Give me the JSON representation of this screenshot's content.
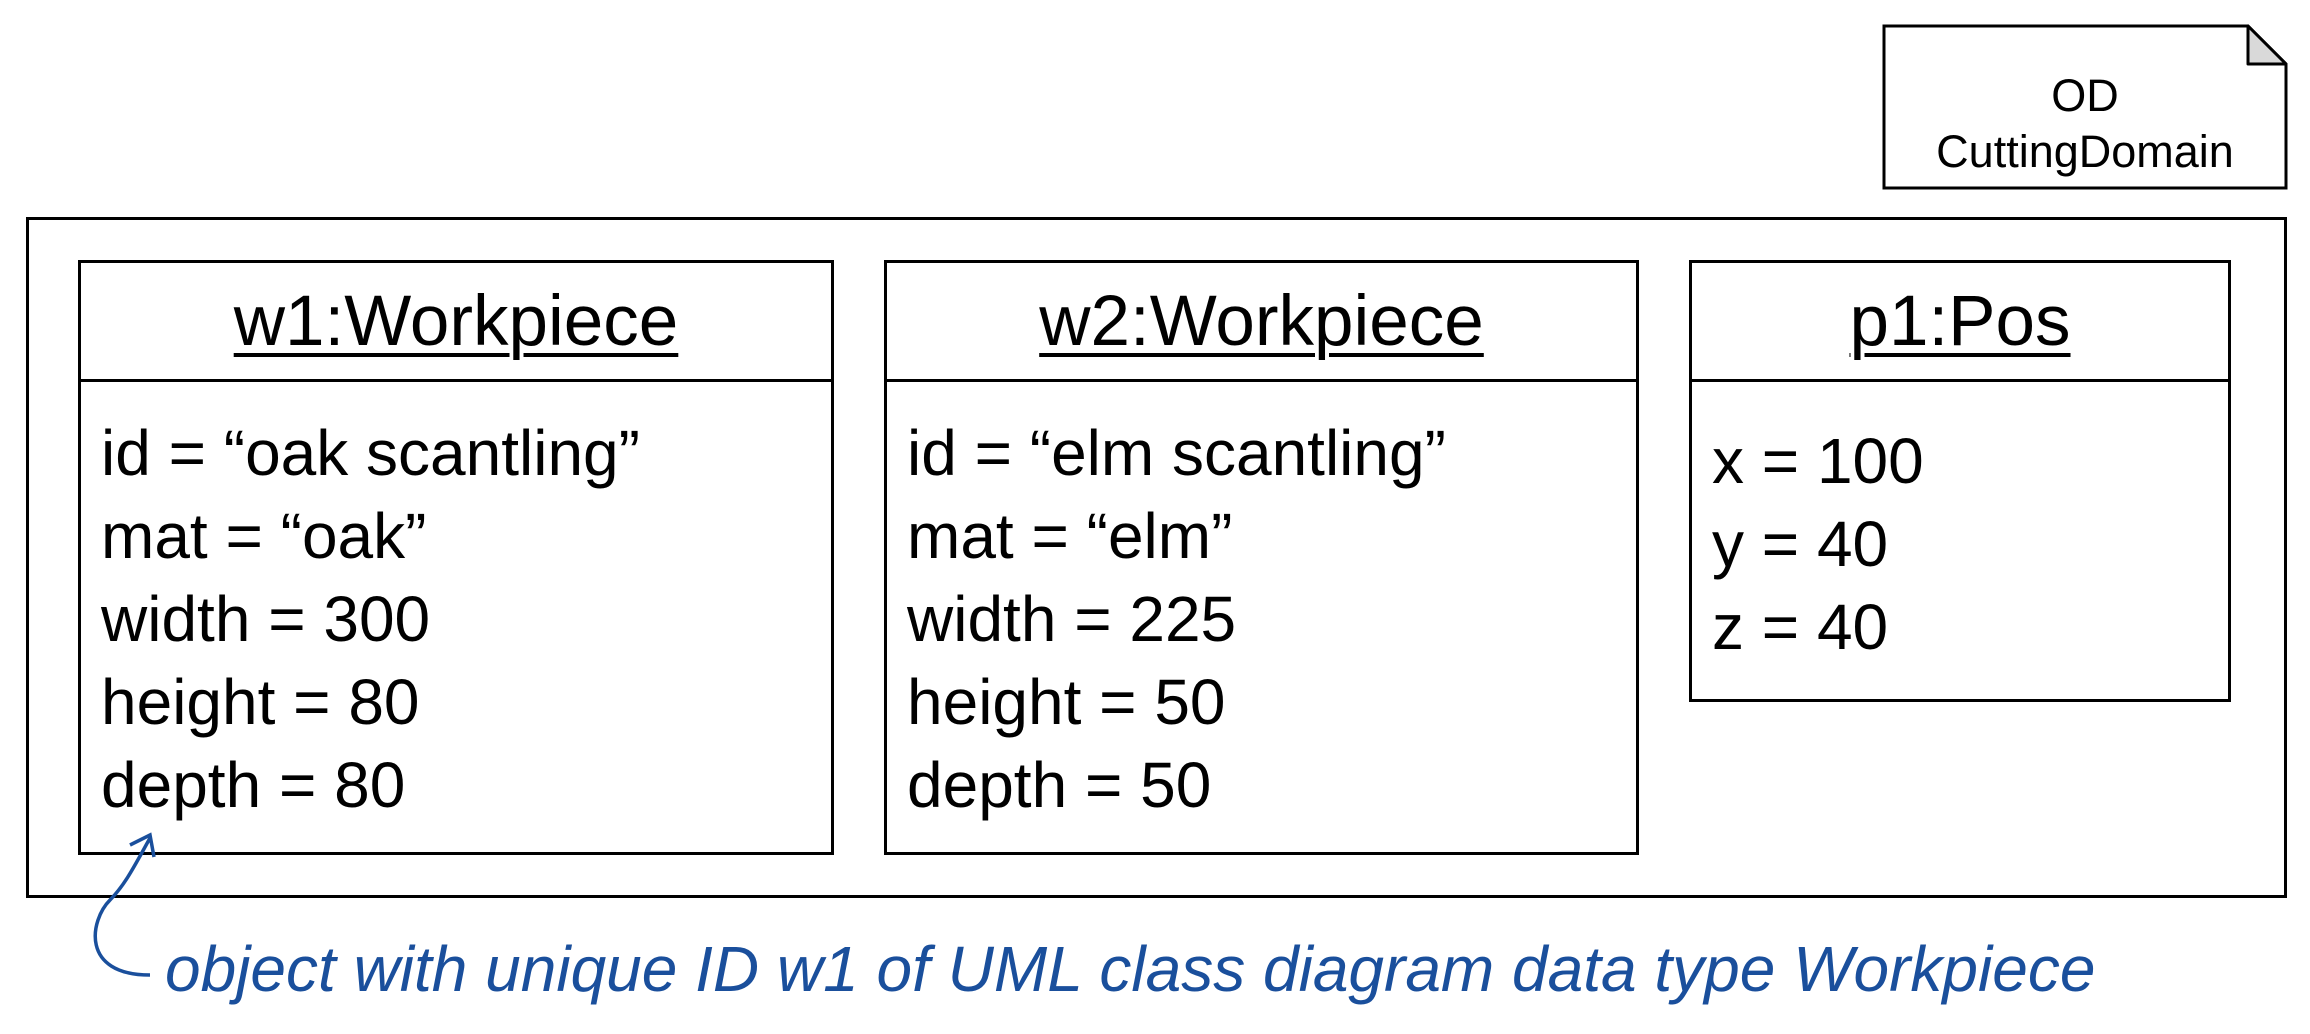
{
  "note": {
    "lines": [
      "OD",
      "CuttingDomain"
    ]
  },
  "objects": [
    {
      "title": "w1:Workpiece",
      "attributes": [
        "id = “oak scantling”",
        "mat = “oak”",
        "width = 300",
        "height = 80",
        "depth = 80"
      ]
    },
    {
      "title": "w2:Workpiece",
      "attributes": [
        "id = “elm scantling”",
        "mat = “elm”",
        "width = 225",
        "height = 50",
        "depth = 50"
      ]
    },
    {
      "title": "p1:Pos",
      "attributes": [
        "x = 100",
        "y = 40",
        "z = 40"
      ]
    }
  ],
  "annotation": {
    "text": "object with unique ID w1 of UML class diagram data type Workpiece",
    "color": "#1a4f9c"
  }
}
